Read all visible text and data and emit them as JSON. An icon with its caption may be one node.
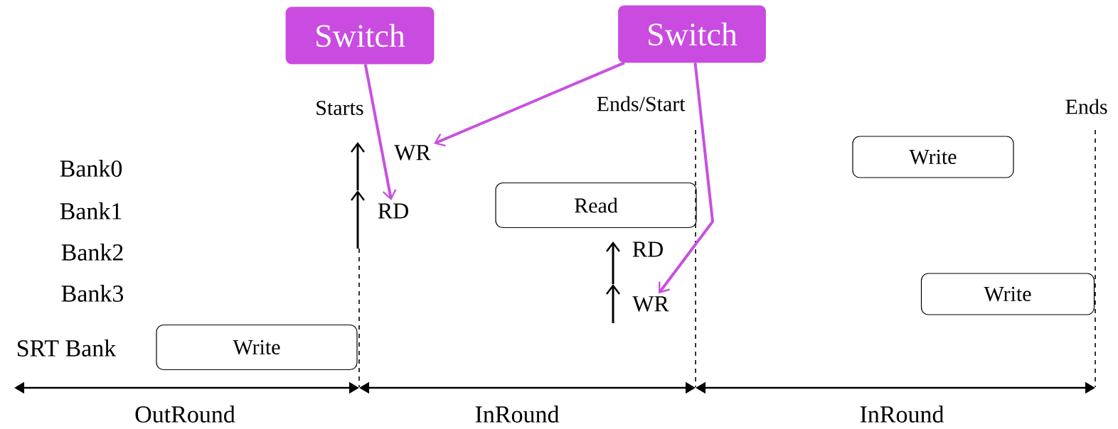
{
  "diagram": {
    "nodes": [
      {
        "text": [
          "Switch"
        ]
      },
      {
        "text": [
          "Switch"
        ]
      },
      {
        "text": [
          "WR"
        ]
      },
      {
        "text": [
          "RD"
        ]
      },
      {
        "text": [
          "RD"
        ]
      },
      {
        "text": [
          "WR"
        ]
      },
      {
        "text": [
          "Write"
        ]
      },
      {
        "text": [
          "Read"
        ]
      },
      {
        "text": [
          "Write"
        ]
      },
      {
        "text": [
          "Write"
        ]
      }
    ],
    "edges": [
      {
        "from": 0,
        "to": 3,
        "arrow": "to"
      },
      {
        "from": 1,
        "to": 2,
        "arrow": "to"
      },
      {
        "from": 1,
        "to": 5,
        "arrow": "to"
      }
    ],
    "labels": [
      "Starts",
      "Ends/Start",
      "Ends",
      "Bank0",
      "Bank1",
      "Bank2",
      "Bank3",
      "SRT Bank",
      "OutRound",
      "InRound",
      "InRound"
    ]
  }
}
